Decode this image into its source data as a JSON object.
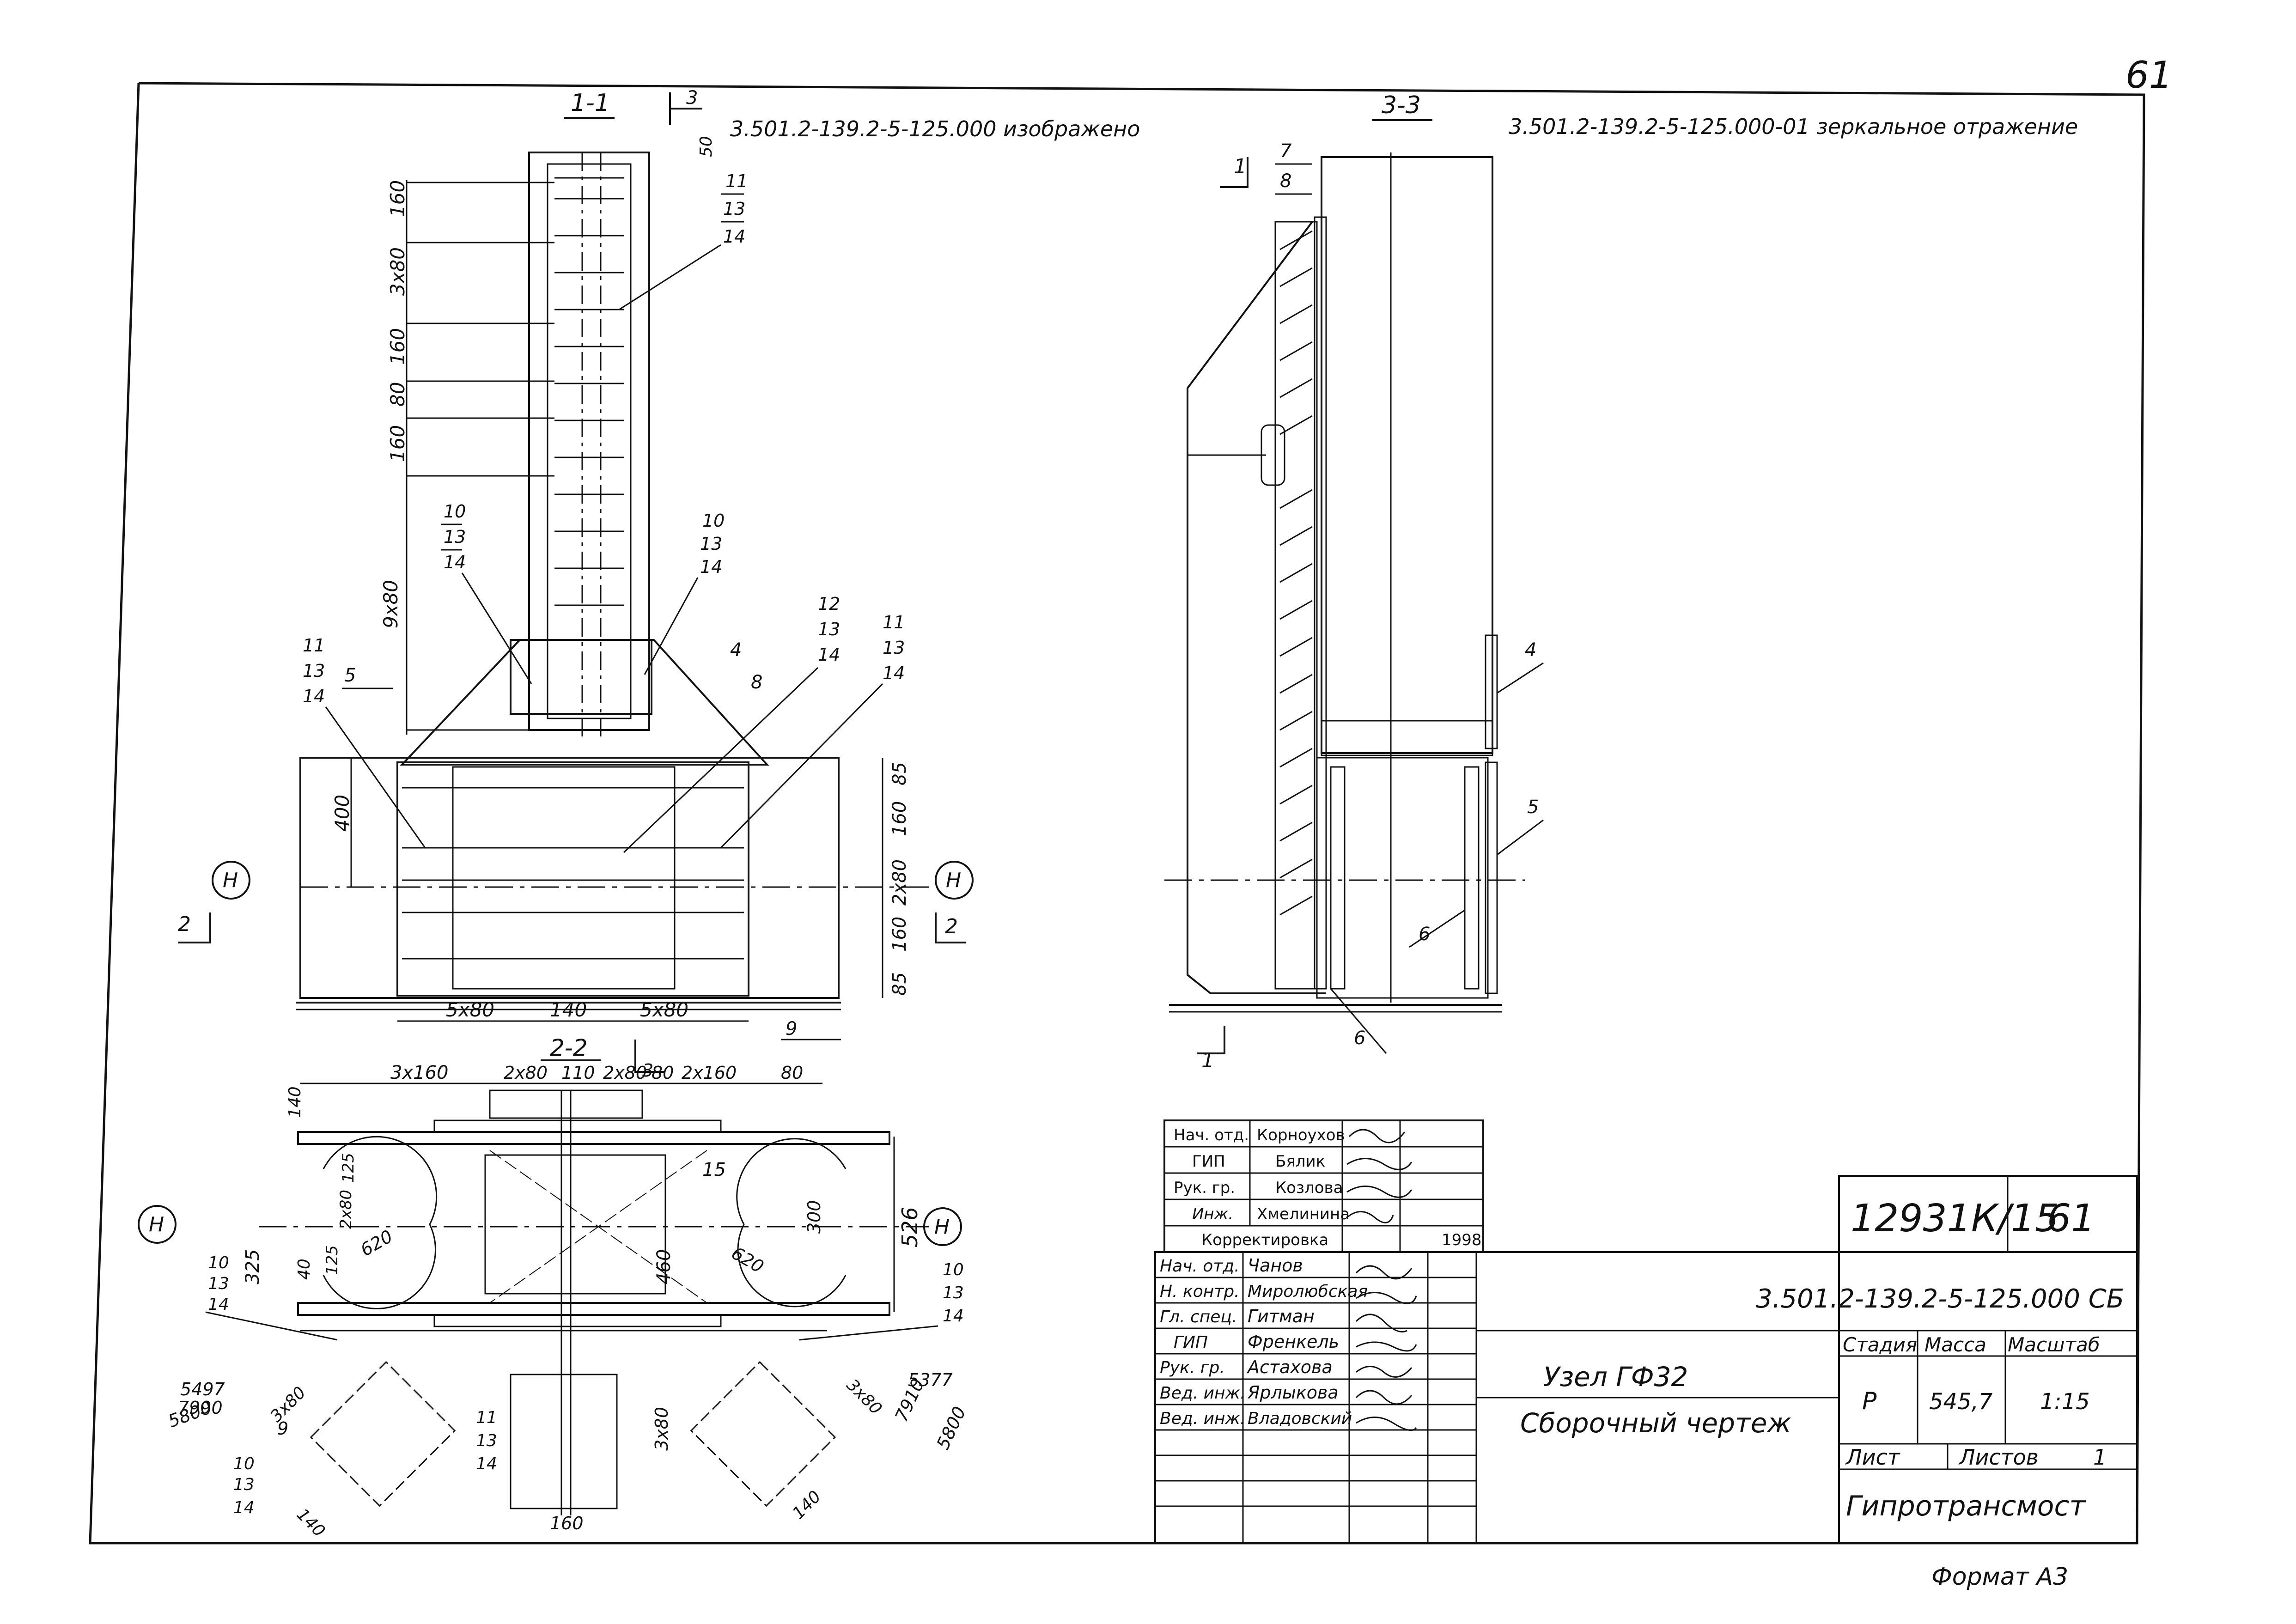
{
  "page": {
    "page_number": "61",
    "format": "Формат А3"
  },
  "sections": {
    "s11": {
      "label": "1-1",
      "note": "3.501.2-139.2-5-125.000 изображено",
      "cut_marker": "3"
    },
    "s33": {
      "label": "3-3",
      "note": "3.501.2-139.2-5-125.000-01 зеркальное отражение"
    },
    "s22": {
      "label": "2-2",
      "cut_marker": "3"
    },
    "marker_1": "1",
    "marker_2": "2",
    "axis_h": "Н"
  },
  "dims_11": {
    "top": [
      "50",
      "160",
      "3x80",
      "160",
      "80",
      "160",
      "9x80"
    ],
    "right": [
      "85",
      "160",
      "2x80",
      "160",
      "85"
    ],
    "left": "400",
    "bottom": [
      "5x80",
      "140",
      "5x80"
    ]
  },
  "dims_22": {
    "top": [
      "3x160",
      "2x80",
      "110",
      "2x80",
      "80",
      "2x160",
      "80"
    ],
    "right": [
      "526",
      "300"
    ],
    "left": [
      "325",
      "140",
      "40"
    ],
    "inner": [
      "125",
      "2x80",
      "125",
      "620",
      "460",
      "620"
    ],
    "bottom": [
      "160"
    ],
    "diag_left": [
      "3x80",
      "140"
    ],
    "diag_right": [
      "3x80",
      "140"
    ],
    "center": [
      "3x80"
    ]
  },
  "fractions": {
    "left": {
      "a": "5497",
      "b": "5800",
      "c": "7990"
    },
    "right": {
      "a": "5377",
      "b": "7910",
      "c": "5800"
    }
  },
  "marks": {
    "m11_13_14": [
      "11",
      "13",
      "14"
    ],
    "m10_13_14": [
      "10",
      "13",
      "14"
    ],
    "m12_13_14": [
      "12",
      "13",
      "14"
    ],
    "single": [
      "4",
      "5",
      "8",
      "9",
      "15",
      "6",
      "7",
      "3"
    ]
  },
  "approval": {
    "rows": [
      {
        "role": "Нач. отд.",
        "name": "Корноухов"
      },
      {
        "role": "ГИП",
        "name": "Бялик"
      },
      {
        "role": "Рук. гр.",
        "name": "Козлова"
      },
      {
        "role": "Инж.",
        "name": "Хмелинина"
      }
    ],
    "correction": "Корректировка",
    "year": "1998"
  },
  "title_block": {
    "doc_code": "3.501.2-139.2-5-125.000 СБ",
    "archive_no": "12931К/15",
    "sheet_no": "61",
    "title_line1": "Узел ГФ32",
    "title_line2": "Сборочный чертеж",
    "stage_label": "Стадия",
    "mass_label": "Масса",
    "scale_label": "Масштаб",
    "stage": "Р",
    "mass": "545,7",
    "scale": "1:15",
    "sheet_label": "Лист",
    "sheets_label": "Листов",
    "sheets": "1",
    "organization": "Гипротрансмост",
    "rows": [
      {
        "role": "Нач. отд.",
        "name": "Чанов"
      },
      {
        "role": "Н. контр.",
        "name": "Миролюбская"
      },
      {
        "role": "Гл. спец.",
        "name": "Гитман"
      },
      {
        "role": "ГИП",
        "name": "Френкель"
      },
      {
        "role": "Рук. гр.",
        "name": "Астахова"
      },
      {
        "role": "Вед. инж.",
        "name": "Ярлыкова"
      },
      {
        "role": "Вед. инж.",
        "name": "Владовский"
      }
    ]
  }
}
